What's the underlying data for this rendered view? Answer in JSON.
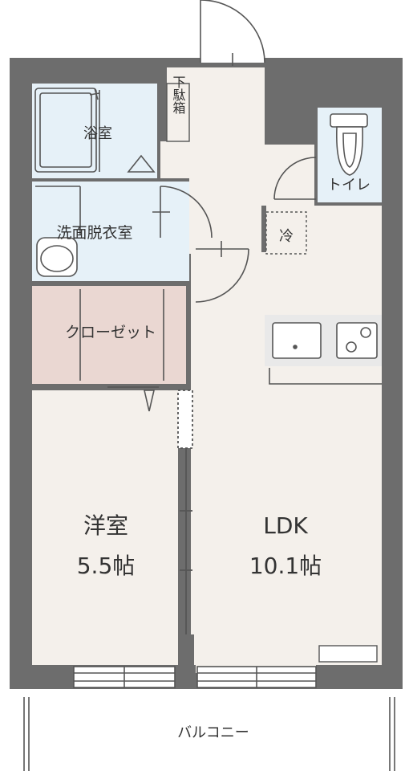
{
  "colors": {
    "wall": "#6d6d6d",
    "floor": "#f4f0eb",
    "wet": "#e6f1f8",
    "closet": "#ead7d2",
    "line": "#555555",
    "text": "#333333"
  },
  "rooms": {
    "bath": {
      "label": "浴室"
    },
    "shoe": {
      "label": "下駄箱"
    },
    "toilet": {
      "label": "トイレ"
    },
    "washroom": {
      "label": "洗面脱衣室"
    },
    "fridge": {
      "label": "冷"
    },
    "closet": {
      "label": "クローゼット"
    },
    "western": {
      "label": "洋室",
      "size": "5.5帖"
    },
    "ldk": {
      "label": "LDK",
      "size": "10.1帖"
    },
    "balcony": {
      "label": "バルコニー"
    }
  }
}
